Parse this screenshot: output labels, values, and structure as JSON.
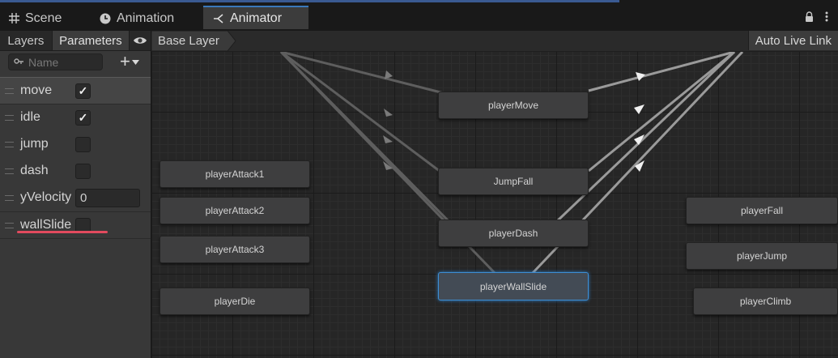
{
  "tabs": [
    {
      "label": "Scene",
      "icon": "grid-icon",
      "active": false
    },
    {
      "label": "Animation",
      "icon": "clock-icon",
      "active": false
    },
    {
      "label": "Animator",
      "icon": "animator-icon",
      "active": true
    }
  ],
  "left_panel": {
    "tabs": [
      "Layers",
      "Parameters"
    ],
    "search_placeholder": "Name",
    "parameters": [
      {
        "name": "move",
        "type": "bool",
        "value": true
      },
      {
        "name": "idle",
        "type": "bool",
        "value": true
      },
      {
        "name": "jump",
        "type": "bool",
        "value": false
      },
      {
        "name": "dash",
        "type": "bool",
        "value": false
      },
      {
        "name": "yVelocity",
        "type": "float",
        "value": "0"
      },
      {
        "name": "wallSlide",
        "type": "bool",
        "value": false
      }
    ]
  },
  "graph": {
    "breadcrumb": "Base Layer",
    "auto_live_link": "Auto Live Link",
    "states": {
      "playerMove": "playerMove",
      "JumpFall": "JumpFall",
      "playerDash": "playerDash",
      "playerWallSlide": "playerWallSlide",
      "playerAttack1": "playerAttack1",
      "playerAttack2": "playerAttack2",
      "playerAttack3": "playerAttack3",
      "playerDie": "playerDie",
      "playerFall": "playerFall",
      "playerJump": "playerJump",
      "playerClimb": "playerClimb"
    },
    "selected_state": "playerWallSlide"
  },
  "colors": {
    "accent": "#3a79bb",
    "highlight_underline": "#e24a5e"
  }
}
